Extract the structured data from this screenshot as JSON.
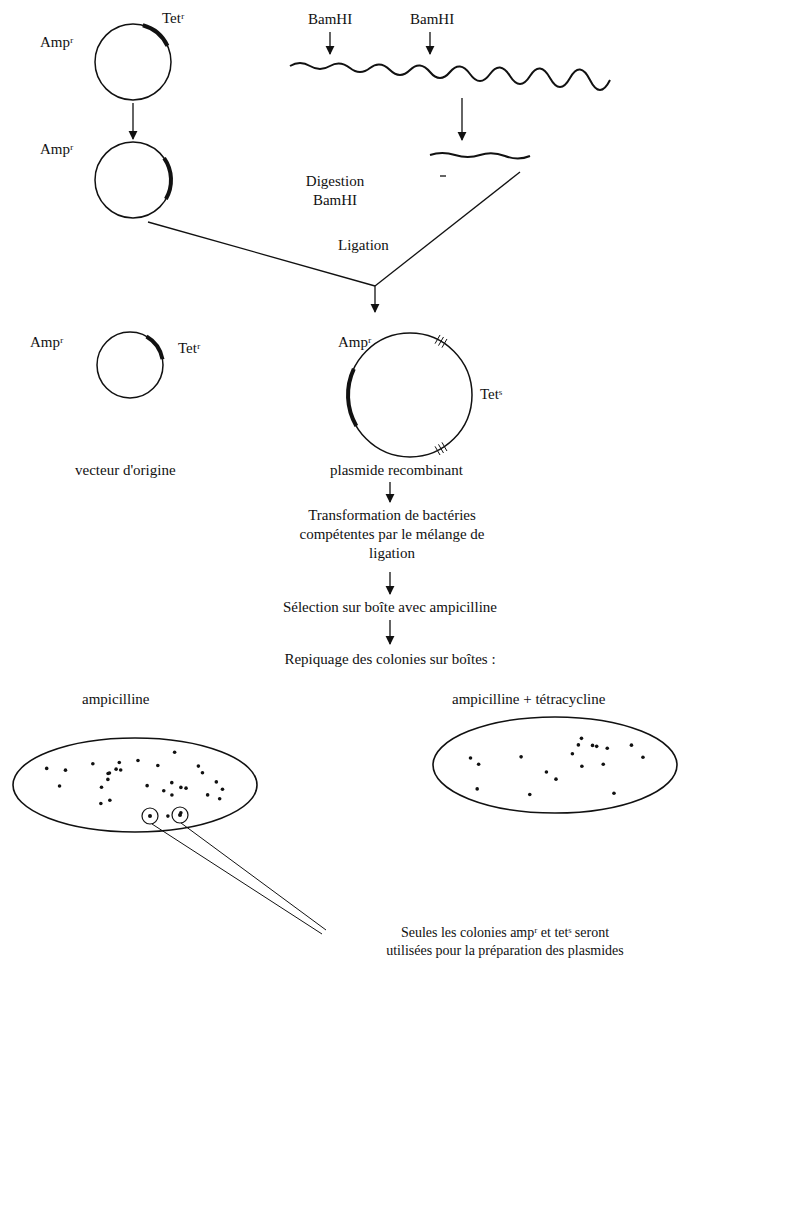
{
  "diagram": {
    "nodes": [
      {
        "text": [
          "Ampʳ",
          "Tetʳ"
        ]
      },
      {
        "text": [
          "Ampʳ"
        ]
      },
      {
        "text": [
          "Ampʳ",
          "Tetʳ",
          "vecteur d'origine"
        ]
      },
      {
        "text": [
          "Ampʳ",
          "Tetˢ",
          "plasmide recombinant"
        ]
      },
      {
        "text": [
          "ampicilline"
        ]
      },
      {
        "text": [
          "ampicilline + tétracycline"
        ]
      }
    ],
    "edges": [
      {
        "from": 0,
        "to": 1,
        "arrow": "to"
      }
    ],
    "labels": [
      "BamHI",
      "BamHI",
      "Digestion BamHI",
      "Ligation",
      "Transformation de bactéries compétentes par le mélange de ligation",
      "Sélection sur boîte avec ampicilline",
      "Repiquage des colonies sur boîtes :",
      "Seules les colonies ampʳ et tetˢ seront utilisées pour la préparation des plasmides"
    ]
  }
}
